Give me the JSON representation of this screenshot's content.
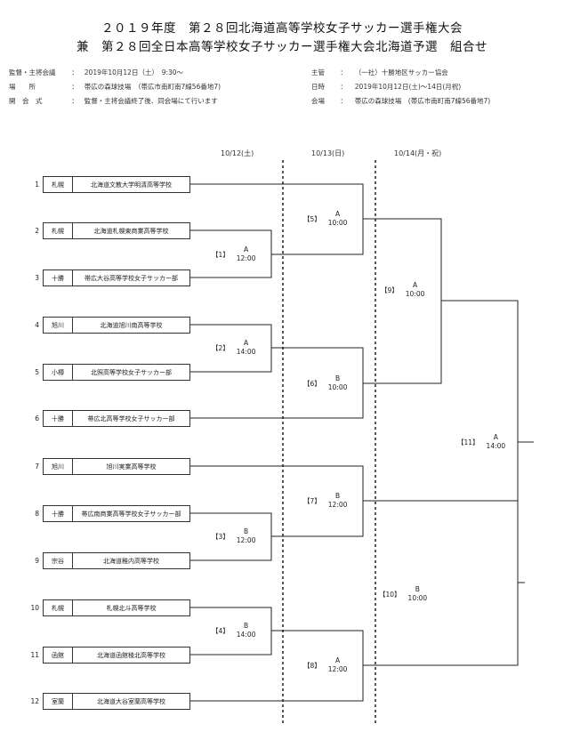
{
  "title": {
    "line1": "２０１９年度　第２８回北海道高等学校女子サッカー選手権大会",
    "line2": "兼　第２８回全日本高等学校女子サッカー選手権大会北海道予選　組合せ"
  },
  "info_left": [
    {
      "label": "監督・主将会議",
      "sep": "：",
      "value": "2019年10月12日（土）　9:30〜"
    },
    {
      "label": "場　　所",
      "sep": "：",
      "value": "帯広の森球技場　（帯広市南町南7線56番地7)"
    },
    {
      "label": "開　会　式",
      "sep": "：",
      "value": "監督・主将会議終了後、同会場にて行います"
    }
  ],
  "info_right": [
    {
      "label": "主管",
      "sep": "：",
      "value": "（一社）十勝地区サッカー協会"
    },
    {
      "label": "日時",
      "sep": "：",
      "value": "2019年10月12日(土)〜14日(月祝)"
    },
    {
      "label": "会場",
      "sep": "：",
      "value": "帯広の森球技場　(帯広市南町南7線56番地7)"
    }
  ],
  "dates": [
    "10/12(土)",
    "10/13(日)",
    "10/14(月・祝)"
  ],
  "teams": [
    {
      "num": "1",
      "region": "札幌",
      "school": "北海道文教大学明清高等学校"
    },
    {
      "num": "2",
      "region": "札幌",
      "school": "北海道札幌東商業高等学校"
    },
    {
      "num": "3",
      "region": "十勝",
      "school": "帯広大谷高等学校女子サッカー部"
    },
    {
      "num": "4",
      "region": "旭川",
      "school": "北海道旭川南高等学校"
    },
    {
      "num": "5",
      "region": "小樽",
      "school": "北照高等学校女子サッカー部"
    },
    {
      "num": "6",
      "region": "十勝",
      "school": "帯広北高等学校女子サッカー部"
    },
    {
      "num": "7",
      "region": "旭川",
      "school": "旭川実業高等学校"
    },
    {
      "num": "8",
      "region": "十勝",
      "school": "帯広南商業高等学校女子サッカー部"
    },
    {
      "num": "9",
      "region": "宗谷",
      "school": "北海道稚内高等学校"
    },
    {
      "num": "10",
      "region": "札幌",
      "school": "札幌北斗高等学校"
    },
    {
      "num": "11",
      "region": "函館",
      "school": "北海道函館稜北高等学校"
    },
    {
      "num": "12",
      "region": "室蘭",
      "school": "北海道大谷室蘭高等学校"
    }
  ],
  "matches": [
    {
      "id": "【1】",
      "field": "A",
      "time": "12:00"
    },
    {
      "id": "【2】",
      "field": "A",
      "time": "14:00"
    },
    {
      "id": "【3】",
      "field": "B",
      "time": "12:00"
    },
    {
      "id": "【4】",
      "field": "B",
      "time": "14:00"
    },
    {
      "id": "【5】",
      "field": "A",
      "time": "10:00"
    },
    {
      "id": "【6】",
      "field": "B",
      "time": "10:00"
    },
    {
      "id": "【7】",
      "field": "B",
      "time": "12:00"
    },
    {
      "id": "【8】",
      "field": "A",
      "time": "12:00"
    },
    {
      "id": "【9】",
      "field": "A",
      "time": "10:00"
    },
    {
      "id": "【10】",
      "field": "B",
      "time": "10:00"
    },
    {
      "id": "【11】",
      "field": "A",
      "time": "14:00"
    }
  ]
}
